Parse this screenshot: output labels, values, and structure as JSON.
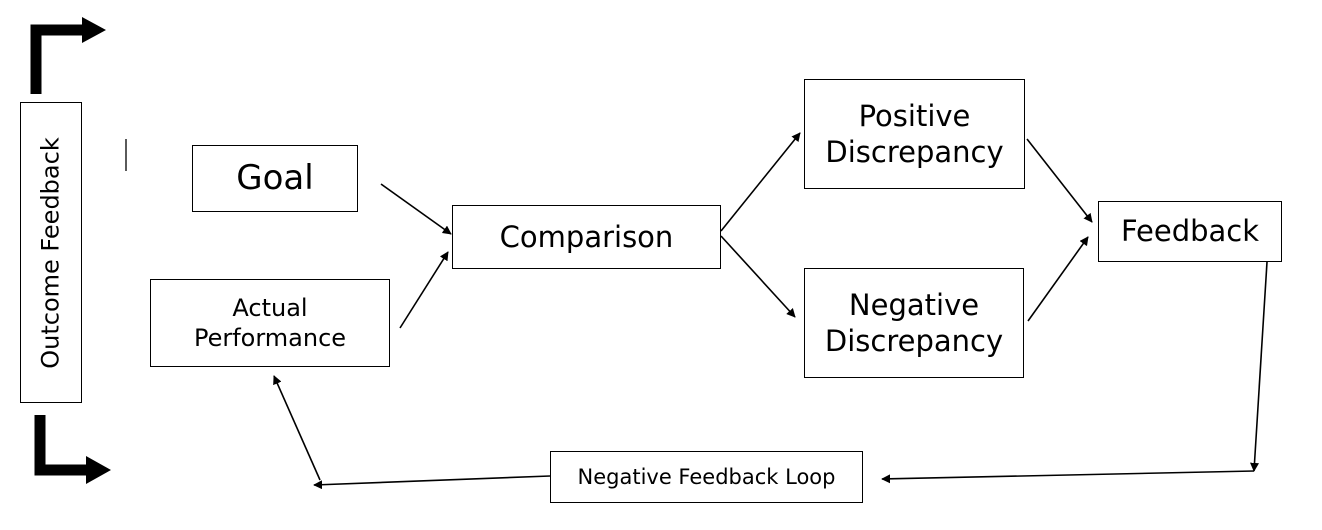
{
  "diagram": {
    "goal": "Goal",
    "actual_performance": [
      "Actual",
      "Performance"
    ],
    "comparison": "Comparison",
    "positive_discrepancy": [
      "Positive",
      "Discrepancy"
    ],
    "negative_discrepancy": [
      "Negative",
      "Discrepancy"
    ],
    "feedback": "Feedback",
    "negative_feedback_loop": "Negative Feedback Loop",
    "outcome_feedback": "Outcome Feedback"
  },
  "colors": {
    "stroke": "#000000",
    "fill": "#ffffff"
  }
}
